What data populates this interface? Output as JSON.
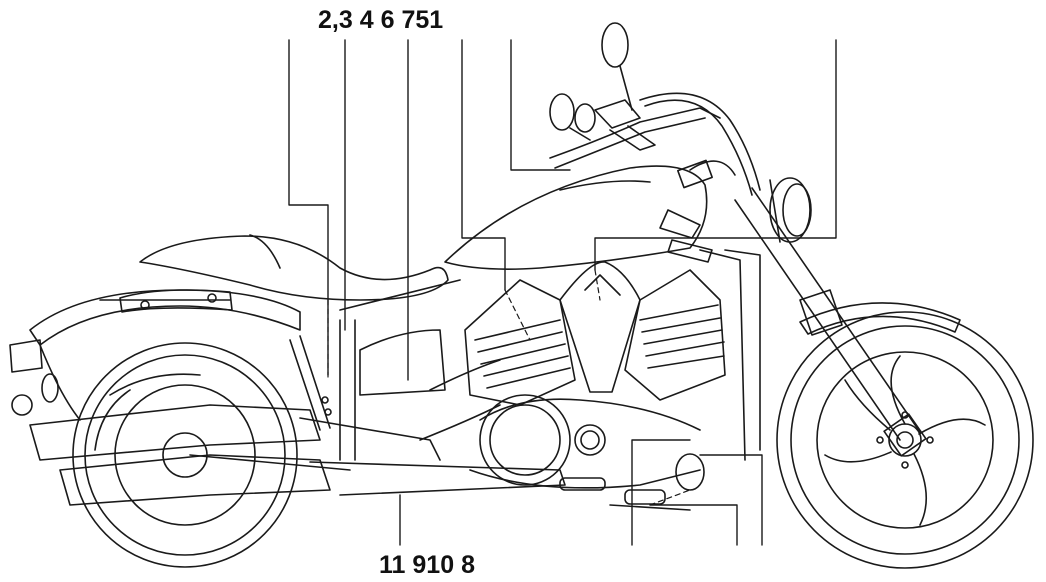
{
  "diagram": {
    "callouts_top": [
      "2,3",
      "4",
      "6",
      "751"
    ],
    "callouts_bottom": [
      "11",
      "910",
      "8"
    ],
    "colors": {
      "line": "#1a1a1a",
      "background": "#ffffff"
    }
  }
}
